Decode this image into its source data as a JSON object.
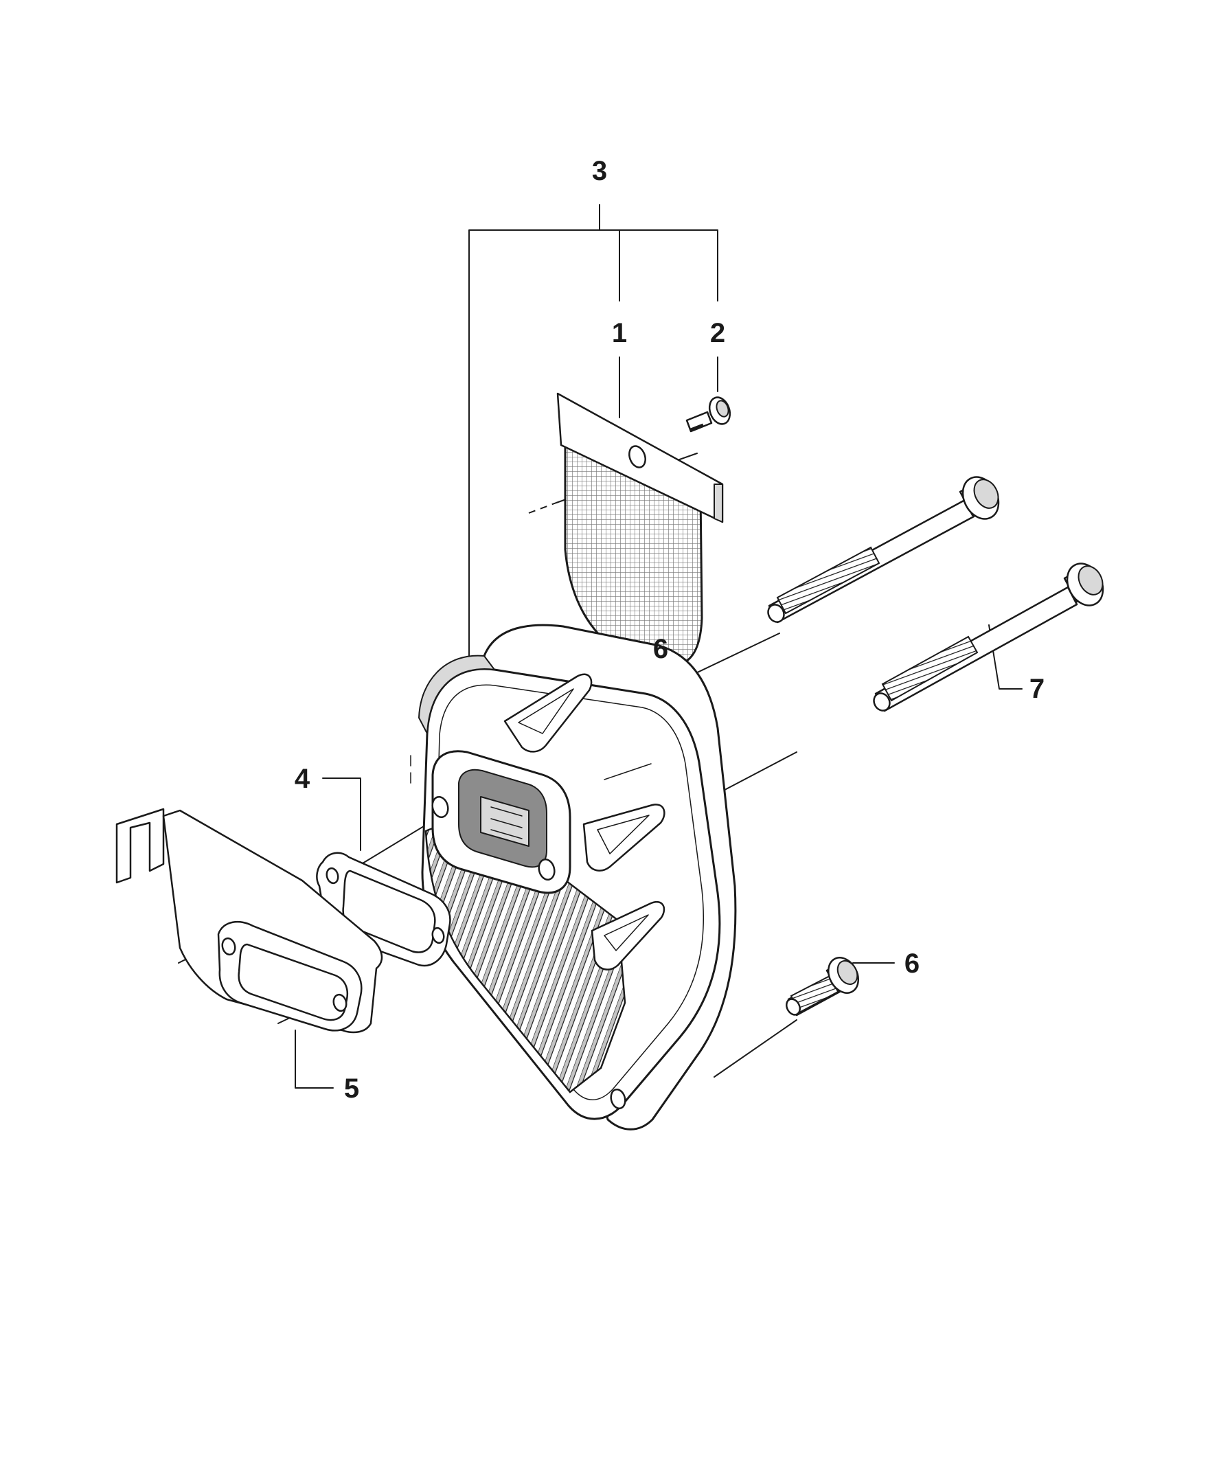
{
  "callouts": {
    "c1": "1",
    "c2": "2",
    "c3": "3",
    "c4": "4",
    "c5": "5",
    "c6a": "6",
    "c6b": "6",
    "c7": "7"
  },
  "colors": {
    "ink": "#1a1a1a",
    "background": "#ffffff",
    "shading": "#d9d9d9"
  }
}
